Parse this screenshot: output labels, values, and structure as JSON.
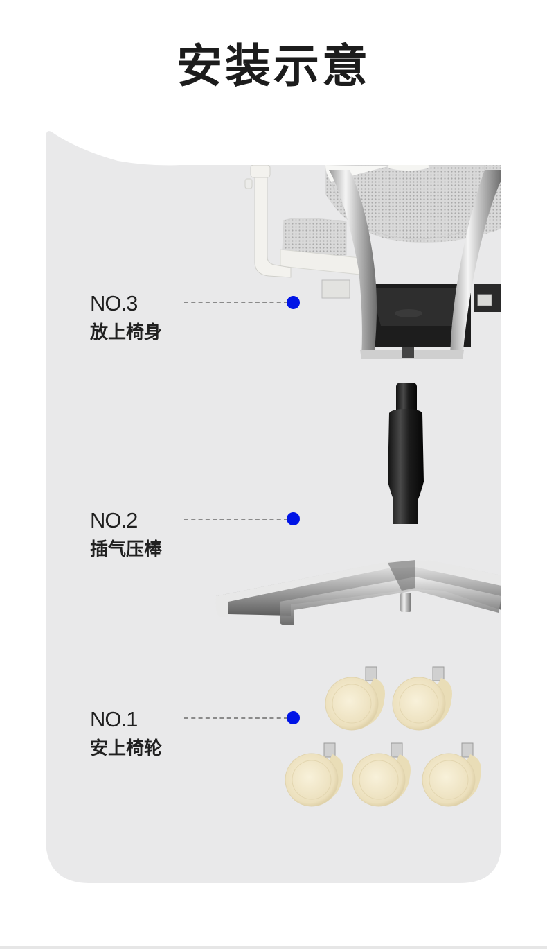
{
  "title": "安装示意",
  "accent_color": "#0014e6",
  "panel_color": "#e9e9ea",
  "steps": [
    {
      "number": "NO.3",
      "label": "放上椅身",
      "part": "chair-seat"
    },
    {
      "number": "NO.2",
      "label": "插气压棒",
      "part": "gas-lift-and-base"
    },
    {
      "number": "NO.1",
      "label": "安上椅轮",
      "part": "casters"
    }
  ]
}
